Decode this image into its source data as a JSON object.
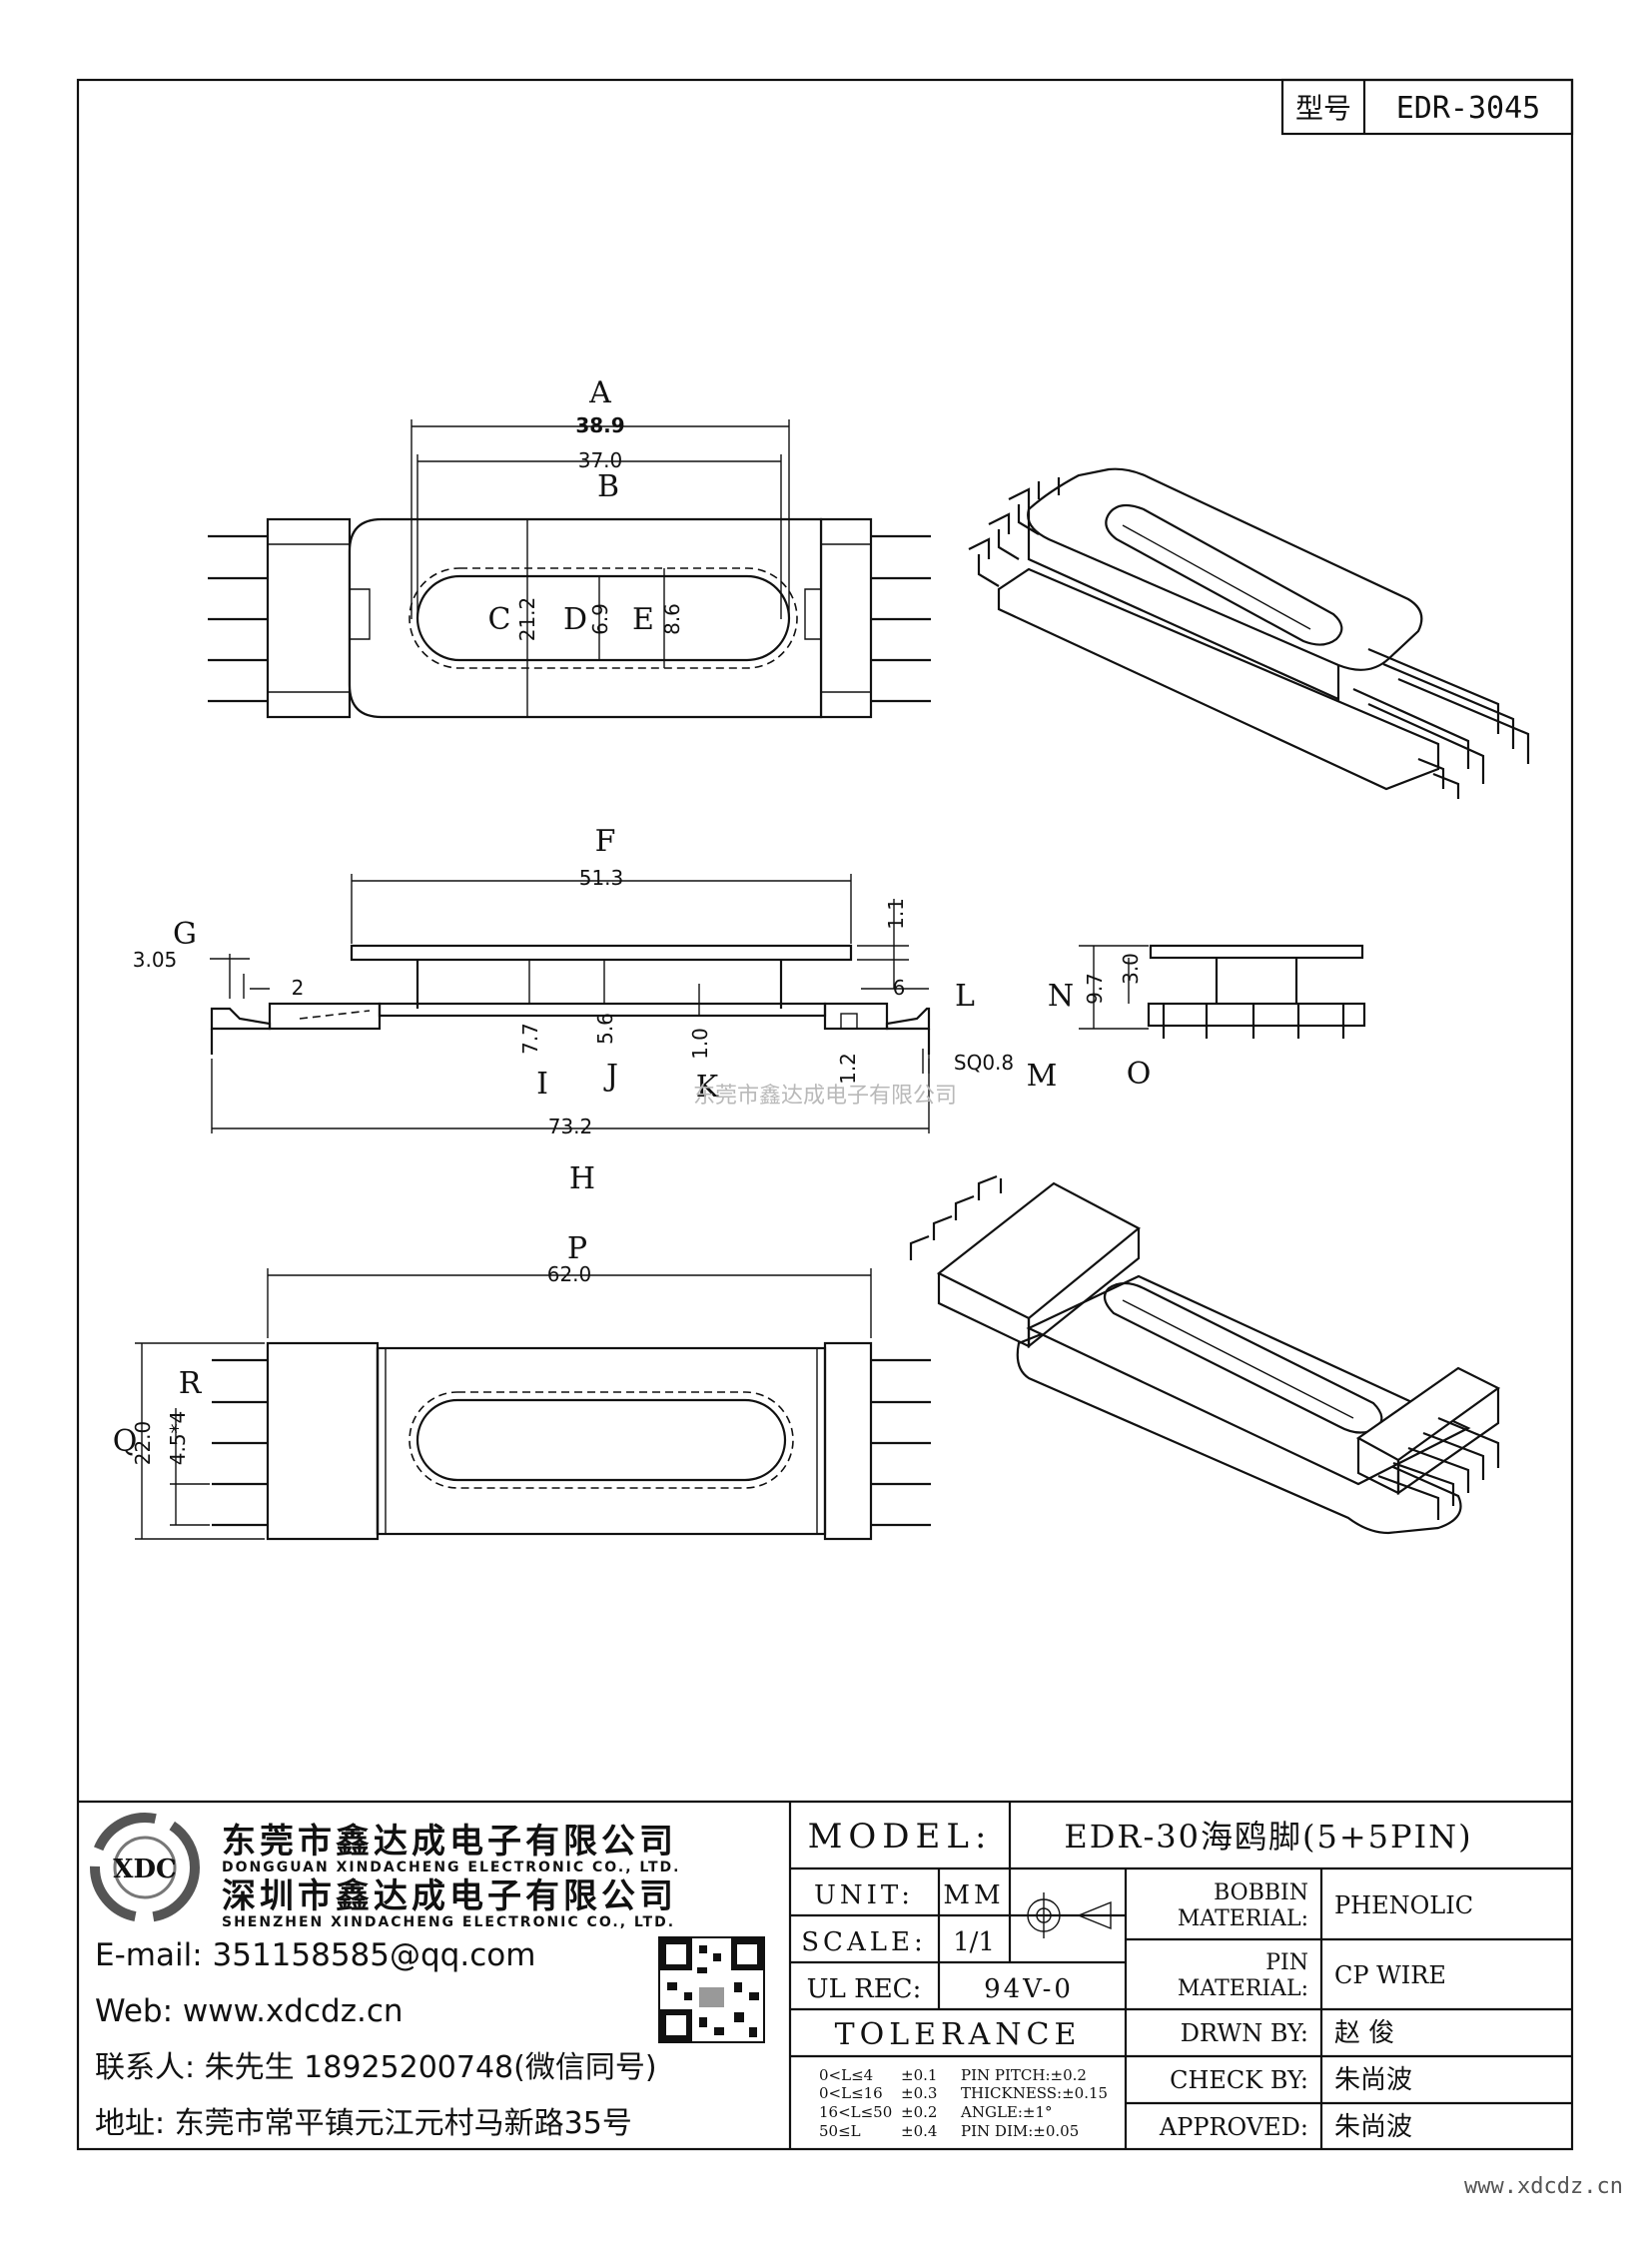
{
  "header": {
    "model_label": "型号",
    "model_value": "EDR-3045"
  },
  "top_view": {
    "labels": [
      "A",
      "B",
      "C",
      "D",
      "E"
    ],
    "dims": {
      "a": "38.9",
      "b": "37.0",
      "c": "21.2",
      "d": "6.9",
      "e": "8.6"
    }
  },
  "side_view": {
    "labels": [
      "F",
      "G",
      "H",
      "I",
      "J",
      "K",
      "L",
      "M",
      "N",
      "O"
    ],
    "dims": {
      "f": "51.3",
      "f_small": "1.1",
      "g": "3.05",
      "g2": "2",
      "i": "7.7",
      "j": "5.6",
      "k": "1.0",
      "k2": "1.2",
      "l": "6",
      "m": "SQ0.8",
      "h": "73.2",
      "n": "9.7",
      "o": "3.0"
    }
  },
  "bottom_view": {
    "labels": [
      "P",
      "Q",
      "R"
    ],
    "dims": {
      "p": "62.0",
      "q": "22.0",
      "r": "4.5*4"
    }
  },
  "watermark": "东莞市鑫达成电子有限公司",
  "company": {
    "name_cn_1": "东莞市鑫达成电子有限公司",
    "name_en_1": "DONGGUAN XINDACHENG ELECTRONIC CO., LTD.",
    "name_cn_2": "深圳市鑫达成电子有限公司",
    "name_en_2": "SHENZHEN XINDACHENG ELECTRONIC CO., LTD.",
    "email": "E-mail:  351158585@qq.com",
    "web": "Web:  www.xdcdz.cn",
    "contact": "联系人:  朱先生 18925200748(微信同号)",
    "address": "地址:  东莞市常平镇元江元村马新路35号",
    "logo_text": "XDC"
  },
  "title_block": {
    "model_label": "MODEL:",
    "model_value": "EDR-30海鸥脚(5+5PIN)",
    "unit_label": "UNIT:",
    "unit_value": "MM",
    "scale_label": "SCALE:",
    "scale_value": "1/1",
    "ul_label": "UL REC:",
    "ul_value": "94V-0",
    "tolerance_label": "TOLERANCE",
    "tolerance_rows": [
      [
        "0<L≤4",
        "±0.1",
        "PIN PITCH:±0.2"
      ],
      [
        "0<L≤16",
        "±0.3",
        "THICKNESS:±0.15"
      ],
      [
        "16<L≤50",
        "±0.2",
        "ANGLE:±1°"
      ],
      [
        "50≤L",
        "±0.4",
        "PIN DIM:±0.05"
      ]
    ],
    "bobbin_material_label_1": "BOBBIN",
    "bobbin_material_label_2": "MATERIAL:",
    "bobbin_material_value": "PHENOLIC",
    "pin_material_label_1": "PIN",
    "pin_material_label_2": "MATERIAL:",
    "pin_material_value": "CP WIRE",
    "drawn_label": "DRWN BY:",
    "drawn_value": "赵  俊",
    "check_label": "CHECK BY:",
    "check_value": "朱尚波",
    "approved_label": "APPROVED:",
    "approved_value": "朱尚波"
  },
  "footer_url": "www.xdcdz.cn"
}
